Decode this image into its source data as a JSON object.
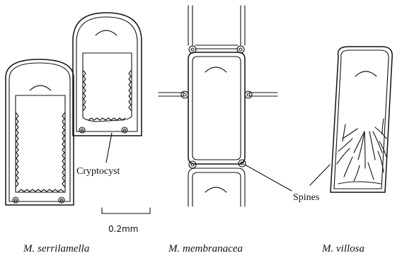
{
  "labels": {
    "cryptocyst": "Cryptocyst",
    "spines": "Spines",
    "scale": "0.2mm"
  },
  "species": [
    "M. serrilamella",
    "M. membranacea",
    "M. villosa"
  ]
}
